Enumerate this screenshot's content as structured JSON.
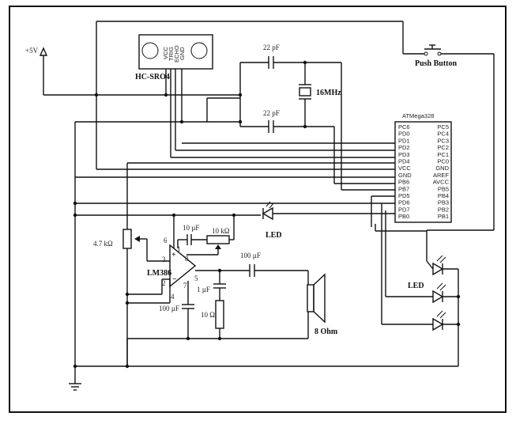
{
  "supply_label": "+5V",
  "sensor": {
    "name": "HC-SRO4",
    "pins": [
      "VCC",
      "TRIG",
      "ECHO",
      "GND"
    ]
  },
  "crystal": {
    "cap_top": "22 pF",
    "cap_bottom": "22 pF",
    "freq": "16MHz"
  },
  "push_button": "Push Button",
  "mcu": {
    "name": "ATMega328",
    "left_pins": [
      "PC6",
      "PD0",
      "PD1",
      "PD2",
      "PD3",
      "PD4",
      "VCC",
      "GND",
      "PB6",
      "PB7",
      "PD5",
      "PD6",
      "PD7",
      "PB0"
    ],
    "right_pins": [
      "PC5",
      "PC4",
      "PC3",
      "PC2",
      "PC1",
      "PC0",
      "GND",
      "AREF",
      "AVCC",
      "PB5",
      "PB4",
      "PB3",
      "PB2",
      "PB1"
    ]
  },
  "led_label_top": "LED",
  "led_label_right": "LED",
  "amp": {
    "name": "LM386",
    "pot": "4.7 kΩ",
    "cap_gain": "10 µF",
    "res_gain": "10 kΩ",
    "cap_out": "100 µF",
    "cap_zobel": "1 µF",
    "res_zobel": "10 Ω",
    "cap_bypass": "100 µF",
    "speaker": "8 Ohm",
    "pin_nums": [
      "6",
      "1",
      "8",
      "3",
      "2",
      "4",
      "7",
      "5"
    ]
  }
}
